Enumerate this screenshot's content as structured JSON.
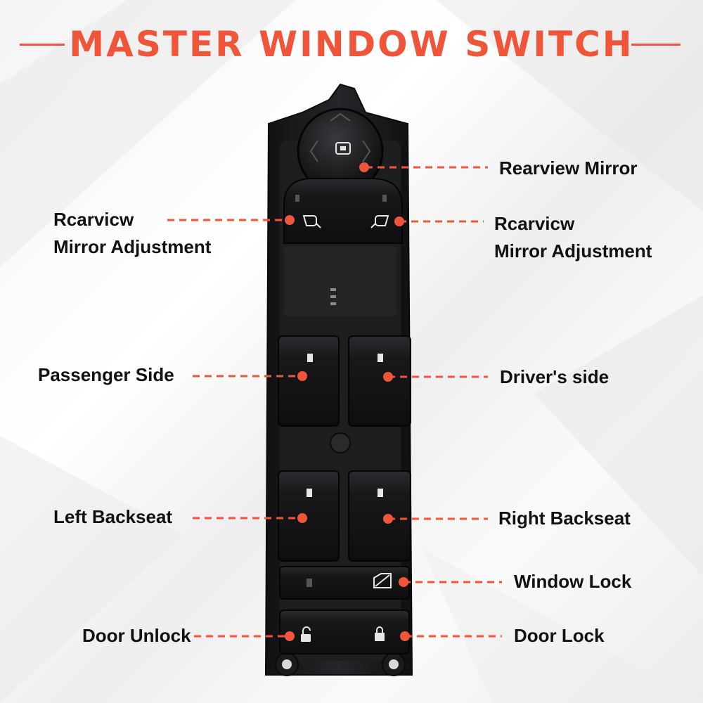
{
  "title": "MASTER WINDOW SWITCH",
  "colors": {
    "accent": "#f0553a",
    "switch_body": "#1c1c1e",
    "button": "#141416",
    "text": "#111111"
  },
  "labels": {
    "rearview_mirror": "Rearview Mirror",
    "mirror_adjust_left_line1": "Rcarvicw",
    "mirror_adjust_left_line2": "Mirror Adjustment",
    "mirror_adjust_right_line1": "Rcarvicw",
    "mirror_adjust_right_line2": "Mirror Adjustment",
    "passenger_side": "Passenger Side",
    "drivers_side": "Driver's side",
    "left_backseat": "Left Backseat",
    "right_backseat": "Right Backseat",
    "window_lock": "Window Lock",
    "door_unlock": "Door Unlock",
    "door_lock": "Door Lock"
  },
  "icons": {
    "mirror_joystick": "mirror-joystick-icon",
    "left_mirror": "left-mirror-icon",
    "right_mirror": "right-mirror-icon",
    "window_lock": "window-lock-icon",
    "unlock": "padlock-open-icon",
    "lock": "padlock-closed-icon"
  }
}
